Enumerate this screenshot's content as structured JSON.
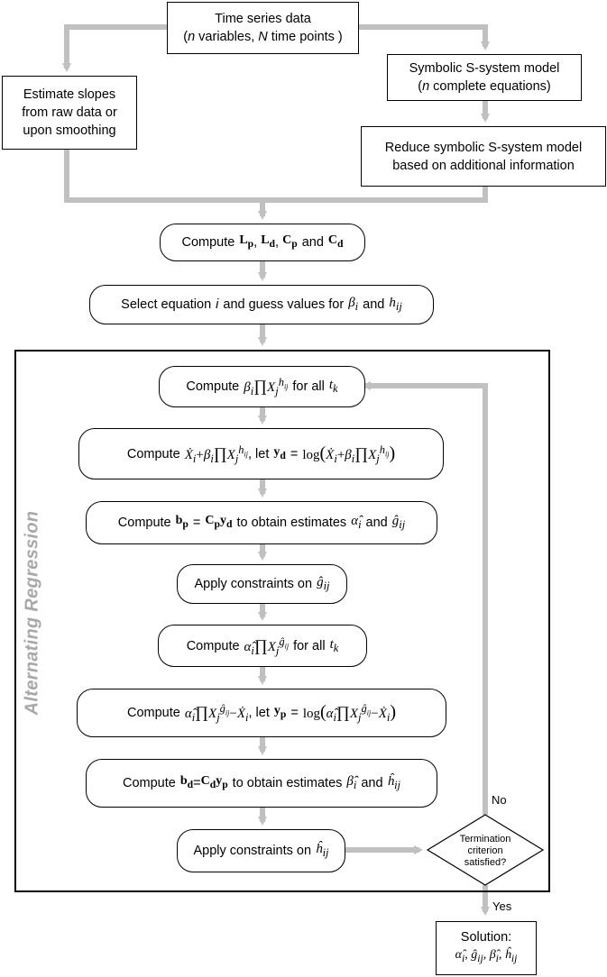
{
  "nodes": {
    "time_series": {
      "line1": "Time series data",
      "line2_var": "n",
      "line2_mid": " variables, ",
      "line2_pts": "N",
      "line2_end": " time points )",
      "line2_open": "("
    },
    "symbolic_model": {
      "line1": "Symbolic S-system model",
      "line2_var": "n",
      "line2_end": " complete equations)",
      "line2_open": "("
    },
    "estimate_slopes": {
      "line1": "Estimate slopes",
      "line2": "from raw data or",
      "line3": "upon smoothing"
    },
    "reduce_model": {
      "line1": "Reduce symbolic S-system model",
      "line2": "based on additional information"
    },
    "compute_matrices": {
      "prefix": "Compute",
      "t1": "L",
      "s1": "p",
      "t2": "L",
      "s2": "d",
      "t3": "C",
      "s3": "p",
      "and": "and",
      "t4": "C",
      "s4": "d"
    },
    "select_equation": {
      "text1": "Select equation",
      "i": "i",
      "text2": "and  guess values for",
      "beta": "β",
      "beta_sub": "i",
      "and": "and",
      "h": "h",
      "h_sub": "ij"
    },
    "step_prod_beta": {
      "prefix": "Compute",
      "expr": "β",
      "expr_sub": "i",
      "prod": "∏",
      "X": "X",
      "X_sub": "j",
      "X_sup": "h",
      "X_sup_sub": "ij",
      "suffix": "for all",
      "t": "t",
      "t_sub": "k"
    },
    "step_yd": {
      "prefix": "Compute",
      "expr_left": "Ẋ",
      "expr_sub": "i",
      "plus": "+",
      "beta": "β",
      "beta_sub": "i",
      "prod": "∏",
      "X": "X",
      "X_sub": "j",
      "X_sup": "h",
      "X_sup_sub": "ij",
      "let": ",  let",
      "y": "y",
      "y_sub": "d",
      "eq": "=",
      "log": "log"
    },
    "step_bp": {
      "prefix": "Compute",
      "b": "b",
      "b_sub": "p",
      "eq": "=",
      "C": "C",
      "C_sub": "p",
      "y": "y",
      "y_sub": "d",
      "mid": "to obtain estimates",
      "alpha": "α̂",
      "alpha_sub": "i",
      "and": "and",
      "g": "ĝ",
      "g_sub": "ij"
    },
    "step_constraints_g": {
      "prefix": "Apply constraints on",
      "g": "ĝ",
      "g_sub": "ij"
    },
    "step_prod_alpha": {
      "prefix": "Compute",
      "alpha": "α̂",
      "alpha_sub": "i",
      "prod": "∏",
      "X": "X",
      "X_sub": "j",
      "X_sup": "ĝ",
      "X_sup_sub": "ij",
      "suffix": "for all",
      "t": "t",
      "t_sub": "k"
    },
    "step_yp": {
      "prefix": "Compute",
      "alpha": "α̂",
      "alpha_sub": "i",
      "prod": "∏",
      "X": "X",
      "X_sub": "j",
      "X_sup": "ĝ",
      "X_sup_sub": "ij",
      "minus": "−",
      "Xdot": "Ẋ",
      "Xdot_sub": "i",
      "let": ",  let",
      "y": "y",
      "y_sub": "p",
      "eq": "=",
      "log": "log"
    },
    "step_bd": {
      "prefix": "Compute",
      "b": "b",
      "b_sub": "d",
      "eq": "=",
      "C": "C",
      "C_sub": "d",
      "y": "y",
      "y_sub": "p",
      "mid": "to obtain estimates",
      "beta": "β̂",
      "beta_sub": "i",
      "and": "and",
      "h": "ĥ",
      "h_sub": "ij"
    },
    "step_constraints_h": {
      "prefix": "Apply constraints on",
      "h": "ĥ",
      "h_sub": "ij"
    },
    "termination": {
      "line1": "Termination",
      "line2": "criterion",
      "line3": "satisfied?"
    },
    "solution": {
      "line1": "Solution:",
      "alpha": "α̂",
      "alpha_sub": "i",
      "g": "ĝ",
      "g_sub": "ij",
      "beta": "β̂",
      "beta_sub": "i",
      "h": "ĥ",
      "h_sub": "ij",
      "sep": ", "
    }
  },
  "labels": {
    "side": "Alternating Regression",
    "no": "No",
    "yes": "Yes"
  },
  "colors": {
    "arrow": "#c0c0c0",
    "frame": "#000000",
    "side_label": "#a8a8a8"
  }
}
